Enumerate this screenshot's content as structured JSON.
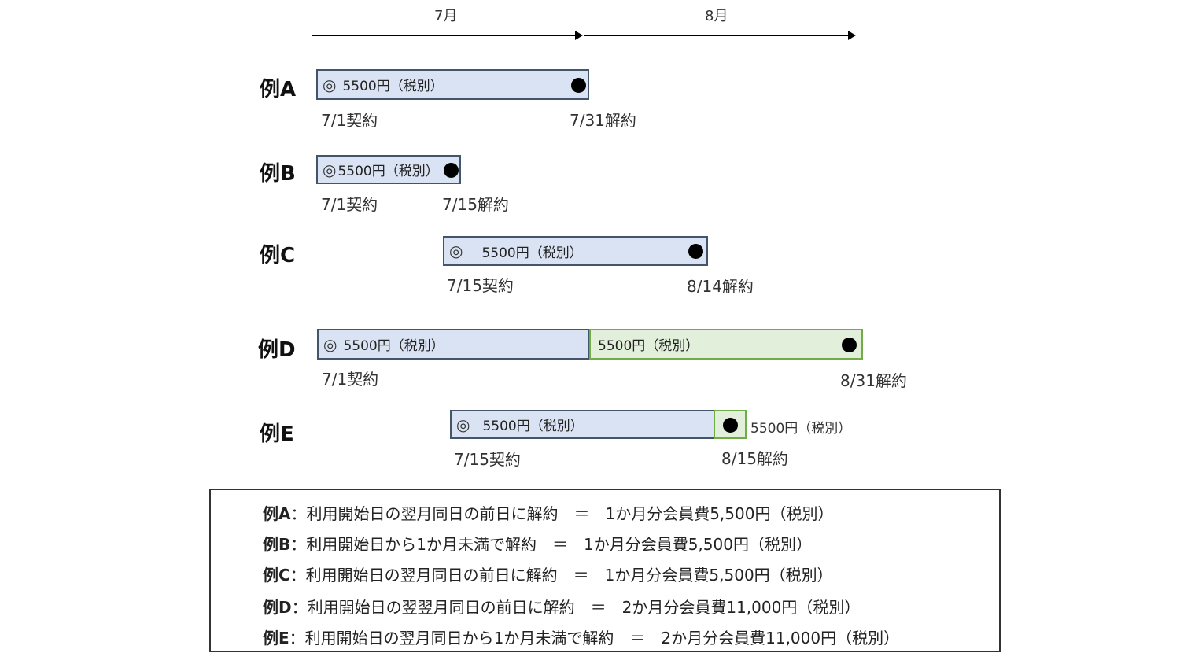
{
  "timeline": {
    "month1": "7月",
    "month2": "8月"
  },
  "examples": [
    {
      "id": "A",
      "label": "例A",
      "mark": "◎",
      "price1": "5500円（税別）",
      "start": "7/1契約",
      "end": "7/31解約"
    },
    {
      "id": "B",
      "label": "例B",
      "mark": "◎",
      "price1": "5500円（税別）",
      "start": "7/1契約",
      "end": "7/15解約"
    },
    {
      "id": "C",
      "label": "例C",
      "mark": "◎",
      "price1": "5500円（税別）",
      "start": "7/15契約",
      "end": "8/14解約"
    },
    {
      "id": "D",
      "label": "例D",
      "mark": "◎",
      "price1": "5500円（税別）",
      "price2": "5500円（税別）",
      "start": "7/1契約",
      "end": "8/31解約"
    },
    {
      "id": "E",
      "label": "例E",
      "mark": "◎",
      "price1": "5500円（税別）",
      "price2": "5500円（税別）",
      "start": "7/15契約",
      "end": "8/15解約"
    }
  ],
  "summary": [
    {
      "label": "例A",
      "text": "：利用開始日の翌月同日の前日に解約　＝　1か月分会員費5,500円（税別）"
    },
    {
      "label": "例B",
      "text": "：利用開始日から1か月未満で解約　＝　1か月分会員費5,500円（税別）"
    },
    {
      "label": "例C",
      "text": "：利用開始日の翌月同日の前日に解約　＝　1か月分会員費5,500円（税別）"
    },
    {
      "label": "例D",
      "text": "：利用開始日の翌翌月同日の前日に解約　＝　2か月分会員費11,000円（税別）"
    },
    {
      "label": "例E",
      "text": "：利用開始日の翌月同日から1か月未満で解約　＝　2か月分会員費11,000円（税別）"
    }
  ]
}
